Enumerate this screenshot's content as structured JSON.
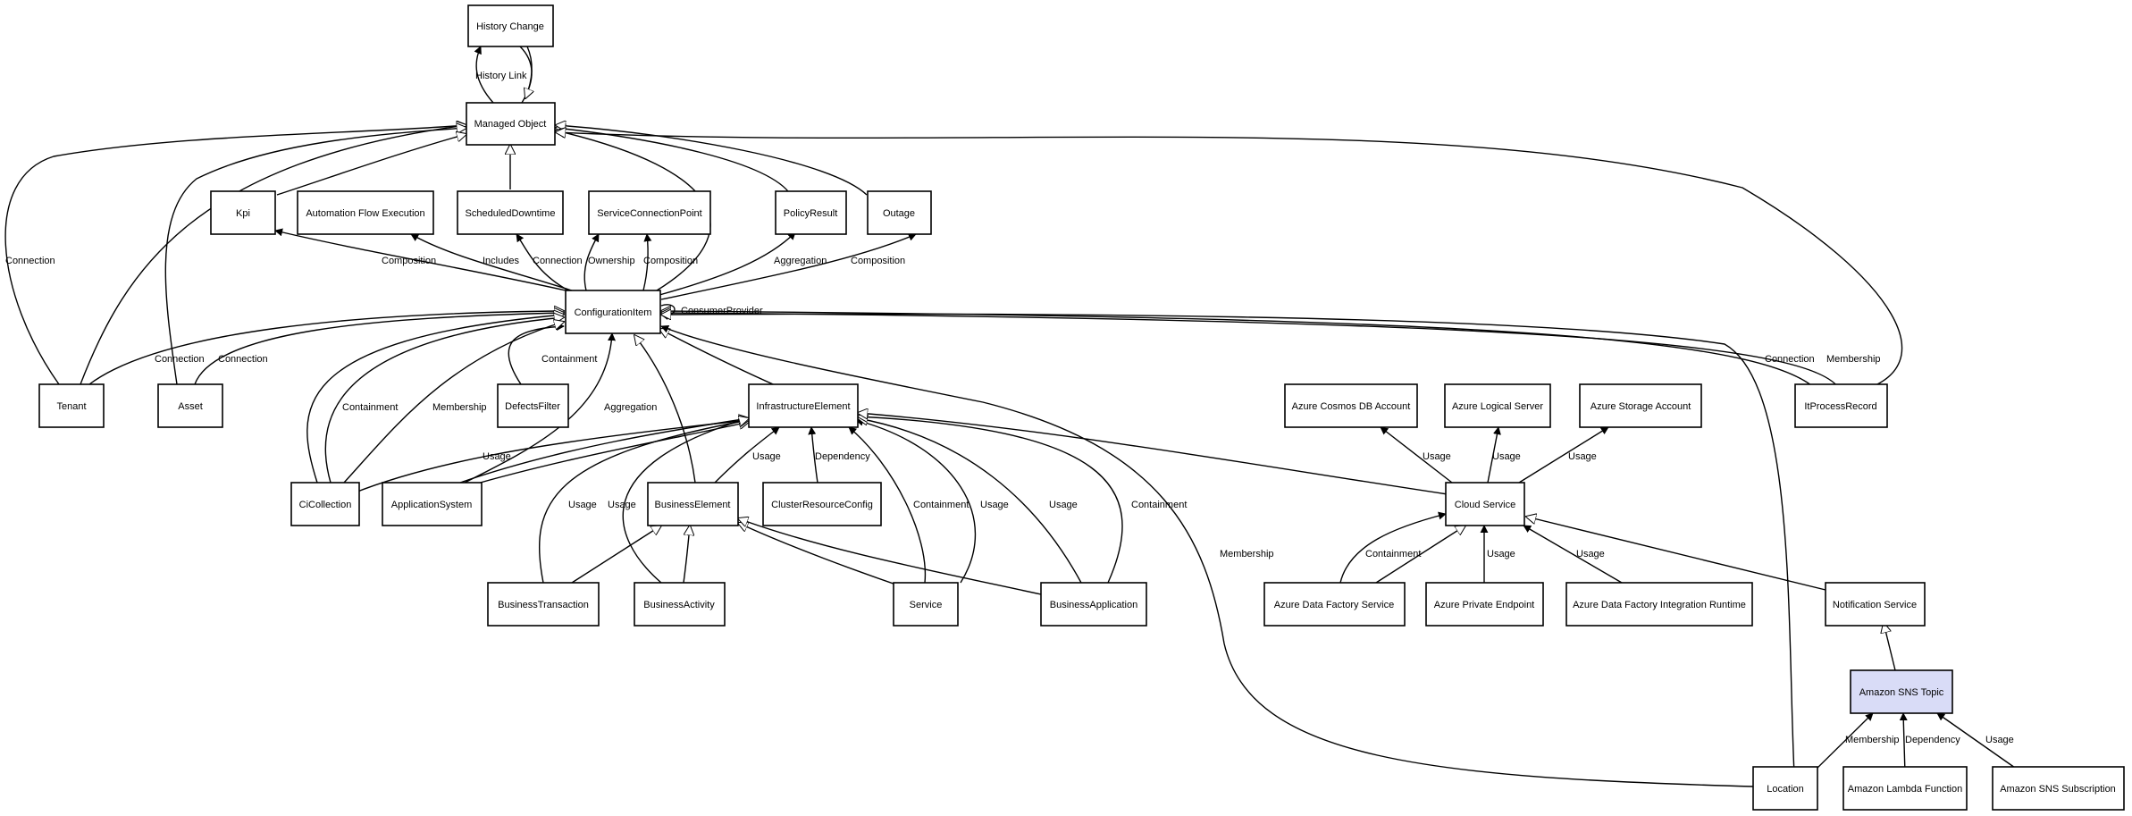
{
  "colors": {
    "highlight_fill": "#d9dcf7",
    "stroke": "#000000",
    "background": "#ffffff"
  },
  "nodes": {
    "history_change": "History Change",
    "managed_object": "Managed Object",
    "kpi": "Kpi",
    "automation_flow": "Automation Flow Execution",
    "scheduled_downtime": "ScheduledDowntime",
    "service_connection_point": "ServiceConnectionPoint",
    "policy_result": "PolicyResult",
    "outage": "Outage",
    "configuration_item": "ConfigurationItem",
    "tenant": "Tenant",
    "asset": "Asset",
    "defects_filter": "DefectsFilter",
    "infrastructure_element": "InfrastructureElement",
    "azure_cosmos": "Azure Cosmos DB Account",
    "azure_logical_server": "Azure Logical Server",
    "azure_storage": "Azure Storage Account",
    "it_process_record": "ItProcessRecord",
    "ci_collection": "CiCollection",
    "application_system": "ApplicationSystem",
    "business_element": "BusinessElement",
    "cluster_resource_config": "ClusterResourceConfig",
    "cloud_service": "Cloud Service",
    "business_transaction": "BusinessTransaction",
    "business_activity": "BusinessActivity",
    "service": "Service",
    "business_application": "BusinessApplication",
    "azure_data_factory": "Azure Data Factory Service",
    "azure_private_endpoint": "Azure Private Endpoint",
    "azure_data_factory_ir": "Azure Data Factory Integration Runtime",
    "notification_service": "Notification Service",
    "amazon_sns_topic": "Amazon SNS Topic",
    "location": "Location",
    "amazon_lambda": "Amazon Lambda Function",
    "amazon_sns_subscription": "Amazon SNS Subscription"
  },
  "edge_labels": {
    "history_link": "History Link",
    "connection_1": "Connection",
    "composition_kpi": "Composition",
    "includes": "Includes",
    "connection_sd": "Connection",
    "ownership": "Ownership",
    "composition_scp": "Composition",
    "aggregation_pr": "Aggregation",
    "composition_outage": "Composition",
    "consumer_provider": "ConsumerProvider",
    "connection_tenant": "Connection",
    "connection_asset": "Connection",
    "containment_df": "Containment",
    "containment_cc": "Containment",
    "membership_cc": "Membership",
    "aggregation_as": "Aggregation",
    "connection_ipr": "Connection",
    "membership_ipr": "Membership",
    "usage_cc": "Usage",
    "usage_be": "Usage",
    "dependency_crc": "Dependency",
    "usage_bt": "Usage",
    "usage_ba": "Usage",
    "containment_svc": "Containment",
    "usage_svc": "Usage",
    "usage_bapp": "Usage",
    "containment_bapp": "Containment",
    "membership_loc": "Membership",
    "usage_cosmos": "Usage",
    "usage_logical": "Usage",
    "usage_storage": "Usage",
    "containment_adf": "Containment",
    "usage_ape": "Usage",
    "usage_adfir": "Usage",
    "membership_loc_sns": "Membership",
    "dependency_lambda": "Dependency",
    "usage_sub": "Usage"
  }
}
